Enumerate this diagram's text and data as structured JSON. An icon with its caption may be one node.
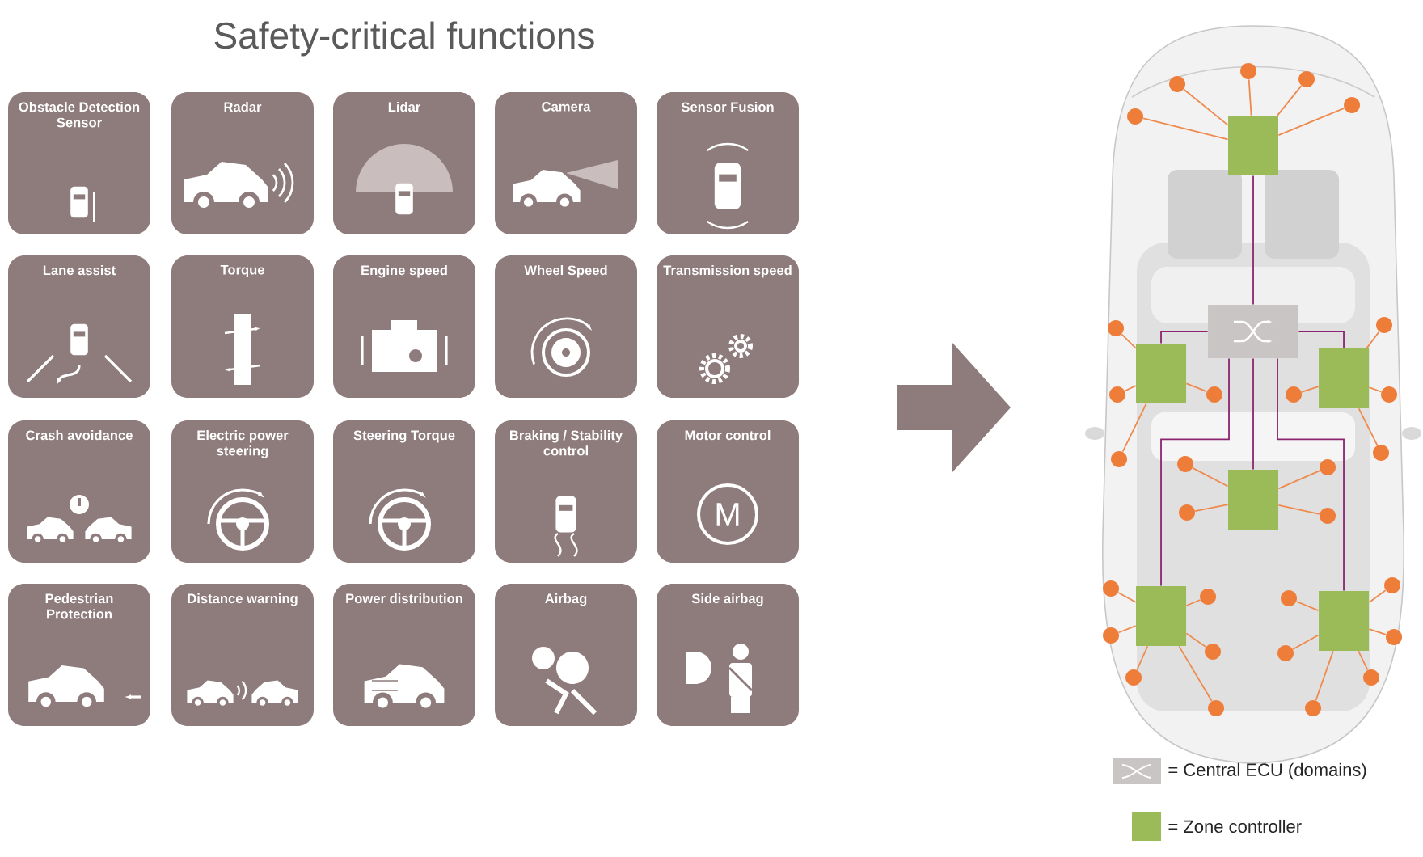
{
  "diagram": {
    "nodes": [
      {
        "text": [
          "Obstacle Detection Sensor"
        ]
      },
      {
        "text": [
          "Radar"
        ]
      },
      {
        "text": [
          "Lidar"
        ]
      },
      {
        "text": [
          "Camera"
        ]
      },
      {
        "text": [
          "Sensor Fusion"
        ]
      },
      {
        "text": [
          "Lane assist"
        ]
      },
      {
        "text": [
          "Torque"
        ]
      },
      {
        "text": [
          "Engine speed"
        ]
      },
      {
        "text": [
          "Wheel Speed"
        ]
      },
      {
        "text": [
          "Transmission speed"
        ]
      },
      {
        "text": [
          "Crash avoidance"
        ]
      },
      {
        "text": [
          "Electric power steering"
        ]
      },
      {
        "text": [
          "Steering Torque"
        ]
      },
      {
        "text": [
          "Braking / Stability control"
        ]
      },
      {
        "text": [
          "Motor control"
        ]
      },
      {
        "text": [
          "Pedestrian Protection"
        ]
      },
      {
        "text": [
          "Distance warning"
        ]
      },
      {
        "text": [
          "Power distribution"
        ]
      },
      {
        "text": [
          "Airbag"
        ]
      },
      {
        "text": [
          "Side airbag"
        ]
      },
      {
        "text": [],
        "shape": "picture"
      },
      {
        "text": [],
        "shape": "box",
        "in": 20
      },
      {
        "text": [],
        "shape": "box",
        "in": 20
      },
      {
        "text": [],
        "shape": "box",
        "in": 20
      },
      {
        "text": [],
        "shape": "box",
        "in": 20
      },
      {
        "text": [],
        "shape": "box",
        "in": 20
      },
      {
        "text": [],
        "shape": "box",
        "in": 20
      },
      {
        "text": [],
        "shape": "box",
        "in": 20
      },
      {
        "text": [],
        "shape": "circle",
        "in": 20
      },
      {
        "text": [],
        "shape": "circle",
        "in": 20
      },
      {
        "text": [],
        "shape": "circle",
        "in": 20
      },
      {
        "text": [],
        "shape": "circle",
        "in": 20
      },
      {
        "text": [],
        "shape": "circle",
        "in": 20
      },
      {
        "text": [],
        "shape": "circle",
        "in": 20
      },
      {
        "text": [],
        "shape": "circle",
        "in": 20
      },
      {
        "text": [],
        "shape": "circle",
        "in": 20
      },
      {
        "text": [],
        "shape": "circle",
        "in": 20
      },
      {
        "text": [],
        "shape": "circle",
        "in": 20
      },
      {
        "text": [],
        "shape": "circle",
        "in": 20
      },
      {
        "text": [],
        "shape": "circle",
        "in": 20
      },
      {
        "text": [],
        "shape": "circle",
        "in": 20
      },
      {
        "text": [],
        "shape": "circle",
        "in": 20
      },
      {
        "text": [],
        "shape": "circle",
        "in": 20
      },
      {
        "text": [],
        "shape": "circle",
        "in": 20
      },
      {
        "text": [],
        "shape": "circle",
        "in": 20
      },
      {
        "text": [],
        "shape": "circle",
        "in": 20
      },
      {
        "text": [],
        "shape": "circle",
        "in": 20
      },
      {
        "text": [],
        "shape": "circle",
        "in": 20
      },
      {
        "text": [],
        "shape": "circle",
        "in": 20
      },
      {
        "text": [],
        "shape": "circle",
        "in": 20
      },
      {
        "text": [],
        "shape": "circle",
        "in": 20
      },
      {
        "text": [],
        "shape": "circle",
        "in": 20
      },
      {
        "text": [],
        "shape": "circle",
        "in": 20
      },
      {
        "text": [],
        "shape": "circle",
        "in": 20
      },
      {
        "text": [],
        "shape": "circle",
        "in": 20
      },
      {
        "text": [],
        "shape": "circle",
        "in": 20
      },
      {
        "text": [],
        "shape": "circle",
        "in": 20
      }
    ],
    "edges": [
      {
        "from": 21,
        "to": 22,
        "arrow": "none",
        "color": "#8b2470"
      },
      {
        "from": 21,
        "to": 23,
        "arrow": "none",
        "color": "#8b2470"
      },
      {
        "from": 21,
        "to": 24,
        "arrow": "none",
        "color": "#8b2470"
      },
      {
        "from": 21,
        "to": 25,
        "arrow": "none",
        "color": "#8b2470"
      },
      {
        "from": 21,
        "to": 26,
        "arrow": "none",
        "color": "#8b2470"
      },
      {
        "from": 21,
        "to": 27,
        "arrow": "none",
        "color": "#8b2470"
      },
      {
        "from": 22,
        "to": 28,
        "arrow": "none"
      },
      {
        "from": 22,
        "to": 29,
        "arrow": "none"
      },
      {
        "from": 22,
        "to": 30,
        "arrow": "none"
      },
      {
        "from": 22,
        "to": 31,
        "arrow": "none"
      },
      {
        "from": 22,
        "to": 32,
        "arrow": "none"
      },
      {
        "from": 23,
        "to": 33,
        "arrow": "none"
      },
      {
        "from": 23,
        "to": 34,
        "arrow": "none"
      },
      {
        "from": 23,
        "to": 35,
        "arrow": "none"
      },
      {
        "from": 23,
        "to": 36,
        "arrow": "none"
      },
      {
        "from": 24,
        "to": 37,
        "arrow": "none"
      },
      {
        "from": 24,
        "to": 38,
        "arrow": "none"
      },
      {
        "from": 24,
        "to": 39,
        "arrow": "none"
      },
      {
        "from": 24,
        "to": 40,
        "arrow": "none"
      },
      {
        "from": 25,
        "to": 41,
        "arrow": "none"
      },
      {
        "from": 25,
        "to": 42,
        "arrow": "none"
      },
      {
        "from": 25,
        "to": 43,
        "arrow": "none"
      },
      {
        "from": 25,
        "to": 44,
        "arrow": "none"
      },
      {
        "from": 26,
        "to": 45,
        "arrow": "none"
      },
      {
        "from": 26,
        "to": 46,
        "arrow": "none"
      },
      {
        "from": 26,
        "to": 47,
        "arrow": "none"
      },
      {
        "from": 26,
        "to": 48,
        "arrow": "none"
      },
      {
        "from": 26,
        "to": 49,
        "arrow": "none"
      },
      {
        "from": 26,
        "to": 50,
        "arrow": "none"
      },
      {
        "from": 27,
        "to": 51,
        "arrow": "none"
      },
      {
        "from": 27,
        "to": 52,
        "arrow": "none"
      },
      {
        "from": 27,
        "to": 53,
        "arrow": "none"
      },
      {
        "from": 27,
        "to": 54,
        "arrow": "none"
      },
      {
        "from": 27,
        "to": 55,
        "arrow": "none"
      },
      {
        "from": 27,
        "to": 56,
        "arrow": "none"
      }
    ],
    "labels": [
      "Safety-critical functions",
      "M"
    ],
    "legend": [
      {
        "text": "= Central ECU (domains)"
      },
      {
        "text": "= Zone controller",
        "color": "#9bbb59"
      }
    ]
  }
}
